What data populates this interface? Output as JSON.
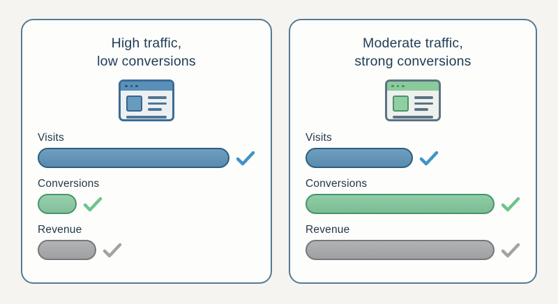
{
  "page": {
    "background": "#f5f4f1",
    "card_border": "#547a91",
    "title_color": "#1e3b55",
    "label_color": "#22364a"
  },
  "cards": [
    {
      "title_line1": "High traffic,",
      "title_line2": "low conversions",
      "icon": {
        "name": "browser-window-icon",
        "border": "#3a6c96",
        "header": "#5a8fb8",
        "dot": "#23537a",
        "body": "#edf0f2",
        "thumb": "#679bc0",
        "thumb_border": "#35658f",
        "line": "#4f7596"
      },
      "metrics": [
        {
          "label": "Visits",
          "level": "high",
          "width": "89%",
          "fill": "#5e94b9",
          "border": "#2d5e7d",
          "check": "#3f93c7"
        },
        {
          "label": "Conversions",
          "level": "low",
          "width": "18%",
          "fill": "#8ccaa4",
          "border": "#45976a",
          "check": "#6cc48c"
        },
        {
          "label": "Revenue",
          "level": "low",
          "width": "27%",
          "fill": "#a9aaac",
          "border": "#76777a",
          "check": "#a2a3a5"
        }
      ]
    },
    {
      "title_line1": "Moderate traffic,",
      "title_line2": "strong conversions",
      "icon": {
        "name": "browser-window-icon",
        "border": "#5b7280",
        "header": "#8bca9b",
        "dot": "#4e8a66",
        "body": "#eef0ed",
        "thumb": "#90cfa2",
        "thumb_border": "#47946a",
        "line": "#5a7384"
      },
      "metrics": [
        {
          "label": "Visits",
          "level": "moderate",
          "width": "50%",
          "fill": "#5e94b9",
          "border": "#2d5e7d",
          "check": "#3f93c7"
        },
        {
          "label": "Conversions",
          "level": "strong",
          "width": "88%",
          "fill": "#82c89c",
          "border": "#42956a",
          "check": "#6cc48c"
        },
        {
          "label": "Revenue",
          "level": "strong",
          "width": "88%",
          "fill": "#a9aaac",
          "border": "#76777a",
          "check": "#a2a3a5"
        }
      ]
    }
  ]
}
